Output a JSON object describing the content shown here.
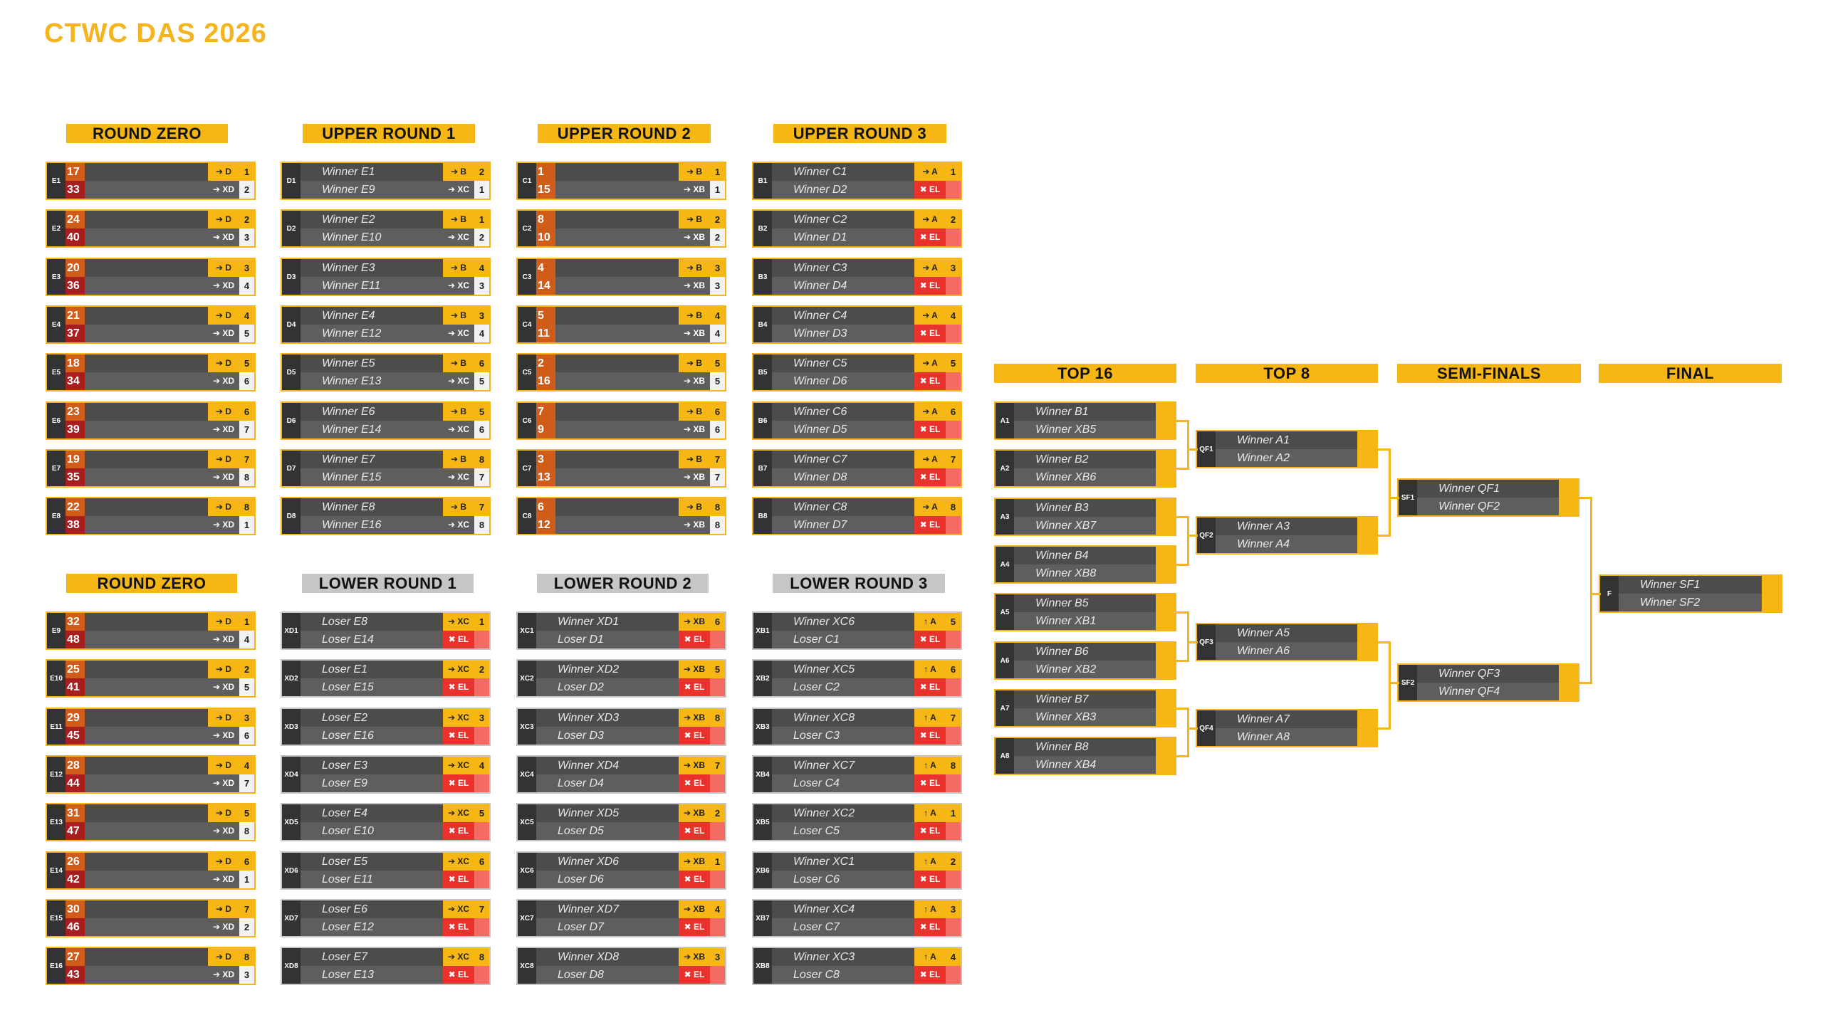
{
  "title": "CTWC DAS 2026",
  "headers": [
    {
      "text": "ROUND ZERO",
      "style": "y"
    },
    {
      "text": "UPPER ROUND 1",
      "style": "y"
    },
    {
      "text": "UPPER ROUND 2",
      "style": "y"
    },
    {
      "text": "UPPER ROUND 3",
      "style": "y"
    },
    {
      "text": "ROUND ZERO",
      "style": "y"
    },
    {
      "text": "LOWER ROUND 1",
      "style": "g"
    },
    {
      "text": "LOWER ROUND 2",
      "style": "g"
    },
    {
      "text": "LOWER ROUND 3",
      "style": "g"
    },
    {
      "text": "TOP 16",
      "style": "y"
    },
    {
      "text": "TOP 8",
      "style": "y"
    },
    {
      "text": "SEMI-FINALS",
      "style": "y"
    },
    {
      "text": "FINAL",
      "style": "y"
    }
  ],
  "round_zero_upper": [
    {
      "id": "E1",
      "s1": "17",
      "s2": "33",
      "d1": "➔ D",
      "n1": "1",
      "d2": "➔ XD",
      "n2": "2"
    },
    {
      "id": "E2",
      "s1": "24",
      "s2": "40",
      "d1": "➔ D",
      "n1": "2",
      "d2": "➔ XD",
      "n2": "3"
    },
    {
      "id": "E3",
      "s1": "20",
      "s2": "36",
      "d1": "➔ D",
      "n1": "3",
      "d2": "➔ XD",
      "n2": "4"
    },
    {
      "id": "E4",
      "s1": "21",
      "s2": "37",
      "d1": "➔ D",
      "n1": "4",
      "d2": "➔ XD",
      "n2": "5"
    },
    {
      "id": "E5",
      "s1": "18",
      "s2": "34",
      "d1": "➔ D",
      "n1": "5",
      "d2": "➔ XD",
      "n2": "6"
    },
    {
      "id": "E6",
      "s1": "23",
      "s2": "39",
      "d1": "➔ D",
      "n1": "6",
      "d2": "➔ XD",
      "n2": "7"
    },
    {
      "id": "E7",
      "s1": "19",
      "s2": "35",
      "d1": "➔ D",
      "n1": "7",
      "d2": "➔ XD",
      "n2": "8"
    },
    {
      "id": "E8",
      "s1": "22",
      "s2": "38",
      "d1": "➔ D",
      "n1": "8",
      "d2": "➔ XD",
      "n2": "1"
    }
  ],
  "upper_round_1": [
    {
      "id": "D1",
      "p1": "Winner E1",
      "p2": "Winner E9",
      "d1": "➔ B",
      "n1": "2",
      "d2": "➔ XC",
      "n2": "1"
    },
    {
      "id": "D2",
      "p1": "Winner E2",
      "p2": "Winner E10",
      "d1": "➔ B",
      "n1": "1",
      "d2": "➔ XC",
      "n2": "2"
    },
    {
      "id": "D3",
      "p1": "Winner E3",
      "p2": "Winner E11",
      "d1": "➔ B",
      "n1": "4",
      "d2": "➔ XC",
      "n2": "3"
    },
    {
      "id": "D4",
      "p1": "Winner E4",
      "p2": "Winner E12",
      "d1": "➔ B",
      "n1": "3",
      "d2": "➔ XC",
      "n2": "4"
    },
    {
      "id": "D5",
      "p1": "Winner E5",
      "p2": "Winner E13",
      "d1": "➔ B",
      "n1": "6",
      "d2": "➔ XC",
      "n2": "5"
    },
    {
      "id": "D6",
      "p1": "Winner E6",
      "p2": "Winner E14",
      "d1": "➔ B",
      "n1": "5",
      "d2": "➔ XC",
      "n2": "6"
    },
    {
      "id": "D7",
      "p1": "Winner E7",
      "p2": "Winner E15",
      "d1": "➔ B",
      "n1": "8",
      "d2": "➔ XC",
      "n2": "7"
    },
    {
      "id": "D8",
      "p1": "Winner E8",
      "p2": "Winner E16",
      "d1": "➔ B",
      "n1": "7",
      "d2": "➔ XC",
      "n2": "8"
    }
  ],
  "upper_round_2": [
    {
      "id": "C1",
      "s1": "1",
      "s2": "15",
      "d1": "➔ B",
      "n1": "1",
      "d2": "➔ XB",
      "n2": "1"
    },
    {
      "id": "C2",
      "s1": "8",
      "s2": "10",
      "d1": "➔ B",
      "n1": "2",
      "d2": "➔ XB",
      "n2": "2"
    },
    {
      "id": "C3",
      "s1": "4",
      "s2": "14",
      "d1": "➔ B",
      "n1": "3",
      "d2": "➔ XB",
      "n2": "3"
    },
    {
      "id": "C4",
      "s1": "5",
      "s2": "11",
      "d1": "➔ B",
      "n1": "4",
      "d2": "➔ XB",
      "n2": "4"
    },
    {
      "id": "C5",
      "s1": "2",
      "s2": "16",
      "d1": "➔ B",
      "n1": "5",
      "d2": "➔ XB",
      "n2": "5"
    },
    {
      "id": "C6",
      "s1": "7",
      "s2": "9",
      "d1": "➔ B",
      "n1": "6",
      "d2": "➔ XB",
      "n2": "6"
    },
    {
      "id": "C7",
      "s1": "3",
      "s2": "13",
      "d1": "➔ B",
      "n1": "7",
      "d2": "➔ XB",
      "n2": "7"
    },
    {
      "id": "C8",
      "s1": "6",
      "s2": "12",
      "d1": "➔ B",
      "n1": "8",
      "d2": "➔ XB",
      "n2": "8"
    }
  ],
  "upper_round_3": [
    {
      "id": "B1",
      "p1": "Winner C1",
      "p2": "Winner D2",
      "d1": "➔ A",
      "n1": "1",
      "d2": "✖ EL",
      "n2": ""
    },
    {
      "id": "B2",
      "p1": "Winner C2",
      "p2": "Winner D1",
      "d1": "➔ A",
      "n1": "2",
      "d2": "✖ EL",
      "n2": ""
    },
    {
      "id": "B3",
      "p1": "Winner C3",
      "p2": "Winner D4",
      "d1": "➔ A",
      "n1": "3",
      "d2": "✖ EL",
      "n2": ""
    },
    {
      "id": "B4",
      "p1": "Winner C4",
      "p2": "Winner D3",
      "d1": "➔ A",
      "n1": "4",
      "d2": "✖ EL",
      "n2": ""
    },
    {
      "id": "B5",
      "p1": "Winner C5",
      "p2": "Winner D6",
      "d1": "➔ A",
      "n1": "5",
      "d2": "✖ EL",
      "n2": ""
    },
    {
      "id": "B6",
      "p1": "Winner C6",
      "p2": "Winner D5",
      "d1": "➔ A",
      "n1": "6",
      "d2": "✖ EL",
      "n2": ""
    },
    {
      "id": "B7",
      "p1": "Winner C7",
      "p2": "Winner D8",
      "d1": "➔ A",
      "n1": "7",
      "d2": "✖ EL",
      "n2": ""
    },
    {
      "id": "B8",
      "p1": "Winner C8",
      "p2": "Winner D7",
      "d1": "➔ A",
      "n1": "8",
      "d2": "✖ EL",
      "n2": ""
    }
  ],
  "round_zero_lower": [
    {
      "id": "E9",
      "s1": "32",
      "s2": "48",
      "d1": "➔ D",
      "n1": "1",
      "d2": "➔ XD",
      "n2": "4"
    },
    {
      "id": "E10",
      "s1": "25",
      "s2": "41",
      "d1": "➔ D",
      "n1": "2",
      "d2": "➔ XD",
      "n2": "5"
    },
    {
      "id": "E11",
      "s1": "29",
      "s2": "45",
      "d1": "➔ D",
      "n1": "3",
      "d2": "➔ XD",
      "n2": "6"
    },
    {
      "id": "E12",
      "s1": "28",
      "s2": "44",
      "d1": "➔ D",
      "n1": "4",
      "d2": "➔ XD",
      "n2": "7"
    },
    {
      "id": "E13",
      "s1": "31",
      "s2": "47",
      "d1": "➔ D",
      "n1": "5",
      "d2": "➔ XD",
      "n2": "8"
    },
    {
      "id": "E14",
      "s1": "26",
      "s2": "42",
      "d1": "➔ D",
      "n1": "6",
      "d2": "➔ XD",
      "n2": "1"
    },
    {
      "id": "E15",
      "s1": "30",
      "s2": "46",
      "d1": "➔ D",
      "n1": "7",
      "d2": "➔ XD",
      "n2": "2"
    },
    {
      "id": "E16",
      "s1": "27",
      "s2": "43",
      "d1": "➔ D",
      "n1": "8",
      "d2": "➔ XD",
      "n2": "3"
    }
  ],
  "lower_round_1": [
    {
      "id": "XD1",
      "p1": "Loser E8",
      "p2": "Loser E14",
      "d1": "➔ XC",
      "n1": "1",
      "d2": "✖ EL",
      "n2": ""
    },
    {
      "id": "XD2",
      "p1": "Loser E1",
      "p2": "Loser E15",
      "d1": "➔ XC",
      "n1": "2",
      "d2": "✖ EL",
      "n2": ""
    },
    {
      "id": "XD3",
      "p1": "Loser E2",
      "p2": "Loser E16",
      "d1": "➔ XC",
      "n1": "3",
      "d2": "✖ EL",
      "n2": ""
    },
    {
      "id": "XD4",
      "p1": "Loser E3",
      "p2": "Loser E9",
      "d1": "➔ XC",
      "n1": "4",
      "d2": "✖ EL",
      "n2": ""
    },
    {
      "id": "XD5",
      "p1": "Loser E4",
      "p2": "Loser E10",
      "d1": "➔ XC",
      "n1": "5",
      "d2": "✖ EL",
      "n2": ""
    },
    {
      "id": "XD6",
      "p1": "Loser E5",
      "p2": "Loser E11",
      "d1": "➔ XC",
      "n1": "6",
      "d2": "✖ EL",
      "n2": ""
    },
    {
      "id": "XD7",
      "p1": "Loser E6",
      "p2": "Loser E12",
      "d1": "➔ XC",
      "n1": "7",
      "d2": "✖ EL",
      "n2": ""
    },
    {
      "id": "XD8",
      "p1": "Loser E7",
      "p2": "Loser E13",
      "d1": "➔ XC",
      "n1": "8",
      "d2": "✖ EL",
      "n2": ""
    }
  ],
  "lower_round_2": [
    {
      "id": "XC1",
      "p1": "Winner XD1",
      "p2": "Loser D1",
      "d1": "➔ XB",
      "n1": "6",
      "d2": "✖ EL",
      "n2": ""
    },
    {
      "id": "XC2",
      "p1": "Winner XD2",
      "p2": "Loser D2",
      "d1": "➔ XB",
      "n1": "5",
      "d2": "✖ EL",
      "n2": ""
    },
    {
      "id": "XC3",
      "p1": "Winner XD3",
      "p2": "Loser D3",
      "d1": "➔ XB",
      "n1": "8",
      "d2": "✖ EL",
      "n2": ""
    },
    {
      "id": "XC4",
      "p1": "Winner XD4",
      "p2": "Loser D4",
      "d1": "➔ XB",
      "n1": "7",
      "d2": "✖ EL",
      "n2": ""
    },
    {
      "id": "XC5",
      "p1": "Winner XD5",
      "p2": "Loser D5",
      "d1": "➔ XB",
      "n1": "2",
      "d2": "✖ EL",
      "n2": ""
    },
    {
      "id": "XC6",
      "p1": "Winner XD6",
      "p2": "Loser D6",
      "d1": "➔ XB",
      "n1": "1",
      "d2": "✖ EL",
      "n2": ""
    },
    {
      "id": "XC7",
      "p1": "Winner XD7",
      "p2": "Loser D7",
      "d1": "➔ XB",
      "n1": "4",
      "d2": "✖ EL",
      "n2": ""
    },
    {
      "id": "XC8",
      "p1": "Winner XD8",
      "p2": "Loser D8",
      "d1": "➔ XB",
      "n1": "3",
      "d2": "✖ EL",
      "n2": ""
    }
  ],
  "lower_round_3": [
    {
      "id": "XB1",
      "p1": "Winner XC6",
      "p2": "Loser C1",
      "d1": "↑ A",
      "n1": "5",
      "d2": "✖ EL",
      "n2": ""
    },
    {
      "id": "XB2",
      "p1": "Winner XC5",
      "p2": "Loser C2",
      "d1": "↑ A",
      "n1": "6",
      "d2": "✖ EL",
      "n2": ""
    },
    {
      "id": "XB3",
      "p1": "Winner XC8",
      "p2": "Loser C3",
      "d1": "↑ A",
      "n1": "7",
      "d2": "✖ EL",
      "n2": ""
    },
    {
      "id": "XB4",
      "p1": "Winner XC7",
      "p2": "Loser C4",
      "d1": "↑ A",
      "n1": "8",
      "d2": "✖ EL",
      "n2": ""
    },
    {
      "id": "XB5",
      "p1": "Winner XC2",
      "p2": "Loser C5",
      "d1": "↑ A",
      "n1": "1",
      "d2": "✖ EL",
      "n2": ""
    },
    {
      "id": "XB6",
      "p1": "Winner XC1",
      "p2": "Loser C6",
      "d1": "↑ A",
      "n1": "2",
      "d2": "✖ EL",
      "n2": ""
    },
    {
      "id": "XB7",
      "p1": "Winner XC4",
      "p2": "Loser C7",
      "d1": "↑ A",
      "n1": "3",
      "d2": "✖ EL",
      "n2": ""
    },
    {
      "id": "XB8",
      "p1": "Winner XC3",
      "p2": "Loser C8",
      "d1": "↑ A",
      "n1": "4",
      "d2": "✖ EL",
      "n2": ""
    }
  ],
  "top16": [
    {
      "id": "A1",
      "p1": "Winner B1",
      "p2": "Winner XB5"
    },
    {
      "id": "A2",
      "p1": "Winner B2",
      "p2": "Winner XB6"
    },
    {
      "id": "A3",
      "p1": "Winner B3",
      "p2": "Winner XB7"
    },
    {
      "id": "A4",
      "p1": "Winner B4",
      "p2": "Winner XB8"
    },
    {
      "id": "A5",
      "p1": "Winner B5",
      "p2": "Winner XB1"
    },
    {
      "id": "A6",
      "p1": "Winner B6",
      "p2": "Winner XB2"
    },
    {
      "id": "A7",
      "p1": "Winner B7",
      "p2": "Winner XB3"
    },
    {
      "id": "A8",
      "p1": "Winner B8",
      "p2": "Winner XB4"
    }
  ],
  "top8": [
    {
      "id": "QF1",
      "p1": "Winner A1",
      "p2": "Winner A2"
    },
    {
      "id": "QF2",
      "p1": "Winner A3",
      "p2": "Winner A4"
    },
    {
      "id": "QF3",
      "p1": "Winner A5",
      "p2": "Winner A6"
    },
    {
      "id": "QF4",
      "p1": "Winner A7",
      "p2": "Winner A8"
    }
  ],
  "semis": [
    {
      "id": "SF1",
      "p1": "Winner QF1",
      "p2": "Winner QF2"
    },
    {
      "id": "SF2",
      "p1": "Winner QF3",
      "p2": "Winner QF4"
    }
  ],
  "final": [
    {
      "id": "F",
      "p1": "Winner SF1",
      "p2": "Winner SF2"
    }
  ],
  "colors": {
    "accent": "#F6B714",
    "seed_r0": "#D05C1A",
    "seed_r1": "#A81E1E",
    "row_dark": "#4C4C4C",
    "row_light": "#5E5E5E",
    "elim": "#E8322B"
  }
}
